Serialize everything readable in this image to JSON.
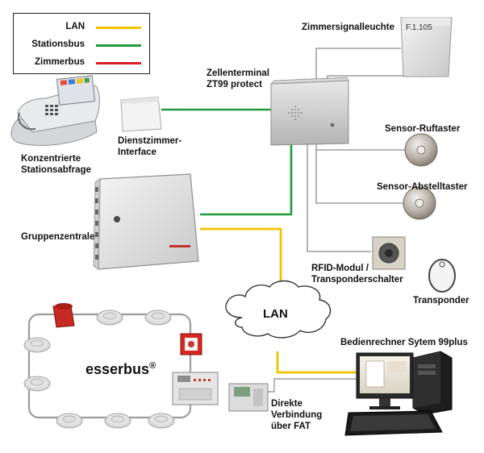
{
  "colors": {
    "lan": "#f2c200",
    "stationsbus": "#1e9a3c",
    "zimmerbus": "#d61f26",
    "connector": "#888888",
    "esserbus_loop": "#9a9a9a"
  },
  "legend": {
    "items": [
      {
        "label": "LAN",
        "color": "#f2c200"
      },
      {
        "label": "Stationsbus",
        "color": "#1e9a3c"
      },
      {
        "label": "Zimmerbus",
        "color": "#d61f26"
      }
    ]
  },
  "labels": {
    "zimmersignalleuchte": "Zimmersignalleuchte",
    "room_number": "F.1.105",
    "zellenterminal_line1": "Zellenterminal",
    "zellenterminal_line2": "ZT99 protect",
    "dienstzimmer_line1": "Dienstzimmer-",
    "dienstzimmer_line2": "Interface",
    "konzentrierte_line1": "Konzentrierte",
    "konzentrierte_line2": "Stationsabfrage",
    "sensor_ruftaster": "Sensor-Ruftaster",
    "sensor_abstelltaster": "Sensor-Abstelltaster",
    "gruppenzentrale": "Gruppenzentrale",
    "rfid_line1": "RFID-Modul /",
    "rfid_line2": "Transponderschalter",
    "transponder": "Transponder",
    "lan_cloud": "LAN",
    "bedienrechner": "Bedienrechner Sytem 99plus",
    "esserbus": "esserbus",
    "esserbus_reg": "®",
    "direkte_line1": "Direkte",
    "direkte_line2": "Verbindung",
    "direkte_line3": "über FAT"
  }
}
